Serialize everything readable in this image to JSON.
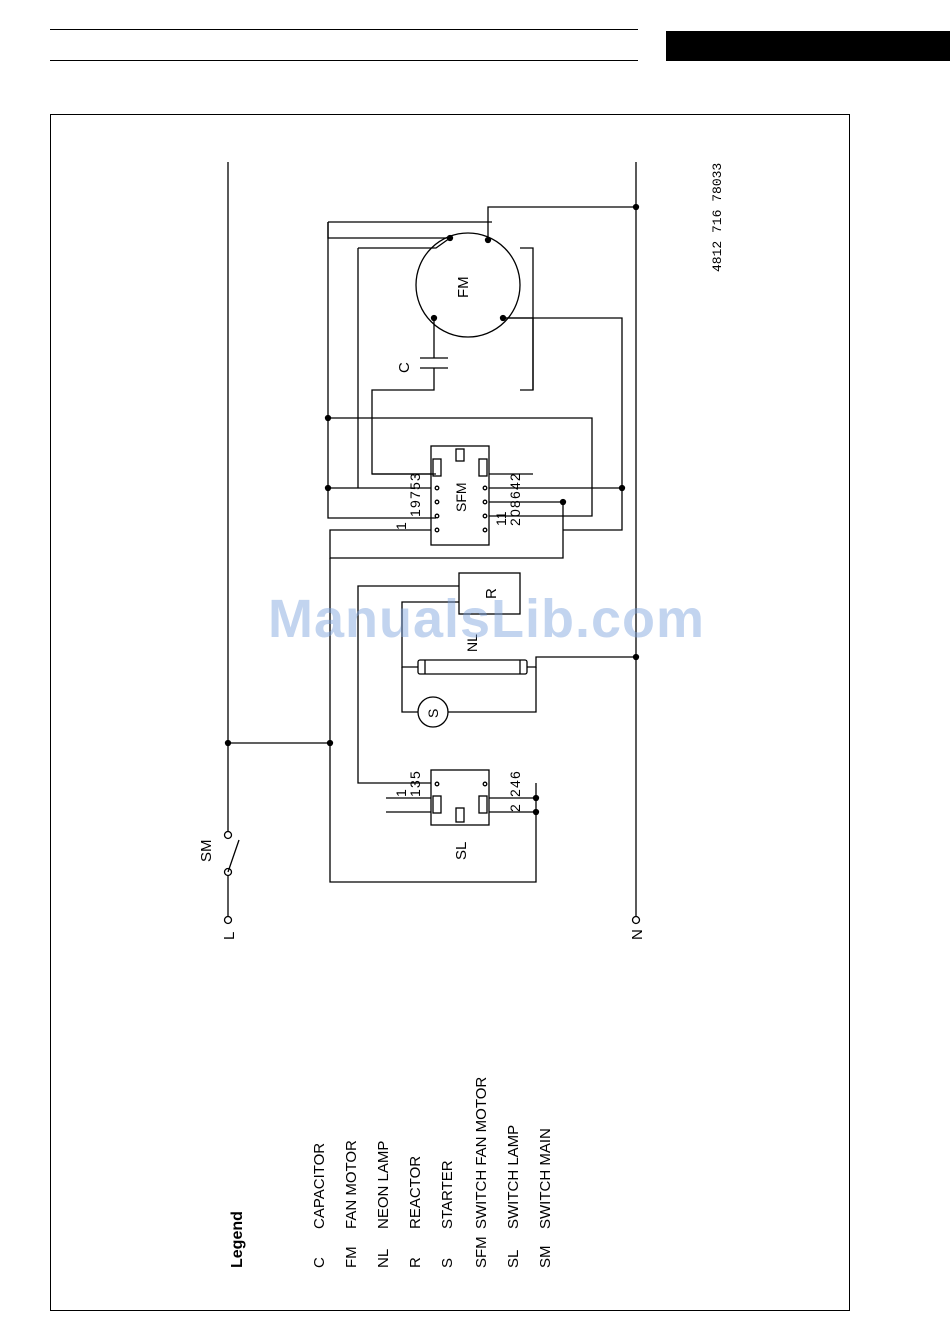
{
  "drawing_number": "4812 716 78033",
  "watermark": "ManualsLib.com",
  "terminals": {
    "line": "L",
    "neutral": "N"
  },
  "components": {
    "fan_motor": "FM",
    "capacitor": "C",
    "switch_fan_motor": "SFM",
    "reactor": "R",
    "neon_lamp": "NL",
    "starter": "S",
    "switch_lamp": "SL",
    "switch_main": "SM"
  },
  "sfm_pins": {
    "left_top": "1",
    "left_bottom": "19753",
    "left_end": "1",
    "right_top": "11",
    "right_bottom": "208642"
  },
  "sl_pins": {
    "left": "135",
    "left_extra": "1",
    "right": "246",
    "right_extra": "2"
  },
  "legend": {
    "title": "Legend",
    "items": [
      {
        "code": "C",
        "desc": "CAPACITOR"
      },
      {
        "code": "FM",
        "desc": "FAN MOTOR"
      },
      {
        "code": "NL",
        "desc": "NEON LAMP"
      },
      {
        "code": "R",
        "desc": "REACTOR"
      },
      {
        "code": "S",
        "desc": "STARTER"
      },
      {
        "code": "SFM",
        "desc": "SWITCH FAN MOTOR"
      },
      {
        "code": "SL",
        "desc": "SWITCH LAMP"
      },
      {
        "code": "SM",
        "desc": "SWITCH MAIN"
      }
    ]
  }
}
